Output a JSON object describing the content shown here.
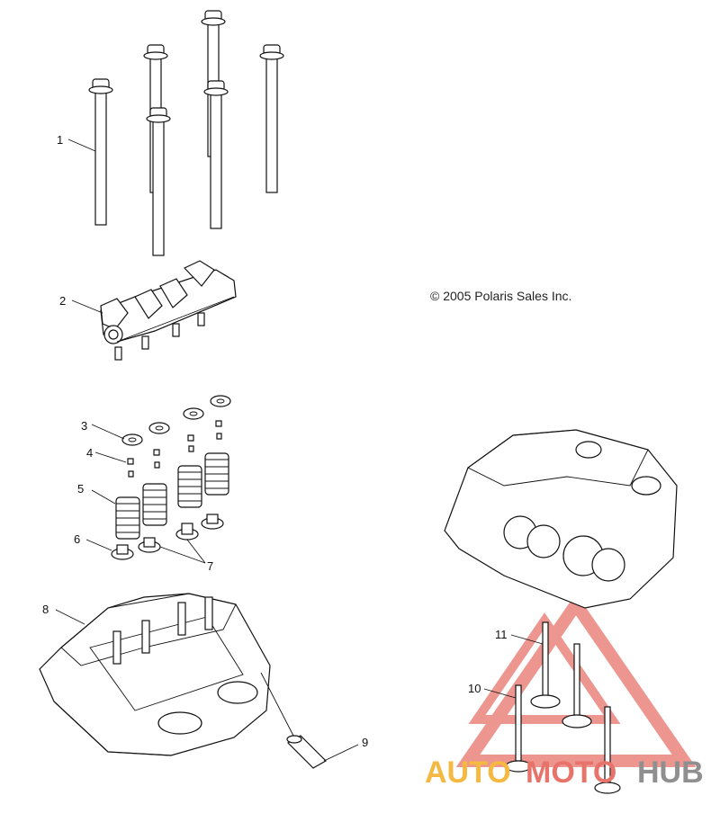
{
  "copyright": "© 2005 Polaris Sales Inc.",
  "callouts": [
    "1",
    "2",
    "3",
    "4",
    "5",
    "6",
    "7",
    "8",
    "9",
    "10",
    "11"
  ],
  "watermark": {
    "part1": "AUTO",
    "part2": "MOTO",
    "part3": "HUB",
    "color_orange": "#f5b942",
    "color_red": "#e8736b",
    "color_gray": "#8f8f8f"
  }
}
